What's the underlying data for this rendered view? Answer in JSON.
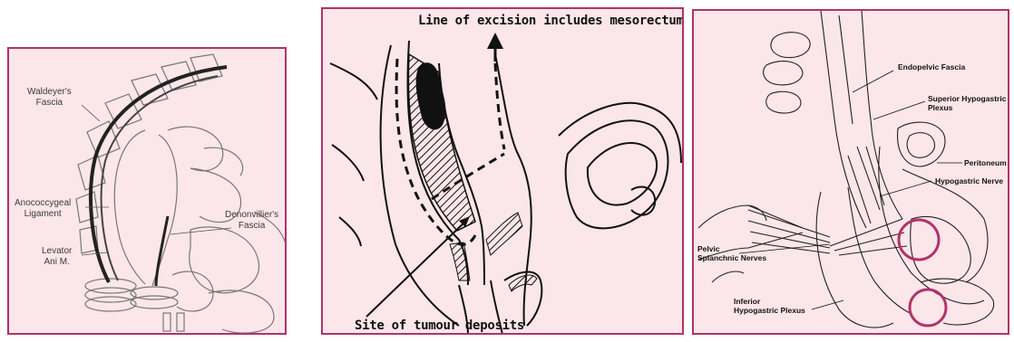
{
  "panels": [
    {
      "id": "sagittal-pelvis-fascia",
      "labels": {
        "waldeyer": "Waldeyer's",
        "waldeyer2": "Fascia",
        "denonvillier": "Denonvillier's",
        "denonvillier2": "Fascia",
        "anococcygeal": "Anococcygeal",
        "anococcygeal2": "Ligament",
        "levator": "Levator",
        "levator2": "Ani M."
      }
    },
    {
      "id": "mesorectal-excision",
      "labels": {
        "excision_line": "Line of excision includes mesorectum",
        "tumour_site": "Site of tumour deposits"
      }
    },
    {
      "id": "pelvic-nerves",
      "labels": {
        "endopelvic": "Endopelvic Fascia",
        "superior1": "Superior Hypogastric",
        "superior2": "Plexus",
        "peritoneum": "Peritoneum",
        "hypogastric_nerve": "Hypogastric Nerve",
        "pelvic1": "Pelvic",
        "pelvic2": "Splanchnic Nerves",
        "inferior1": "Inferior",
        "inferior2": "Hypogastric Plexus"
      }
    }
  ],
  "colors": {
    "panel_border": "#b0336b",
    "panel_bg": "#fbe6ea",
    "highlight_circle": "#b0336b",
    "ink": "#1a1a1a"
  }
}
